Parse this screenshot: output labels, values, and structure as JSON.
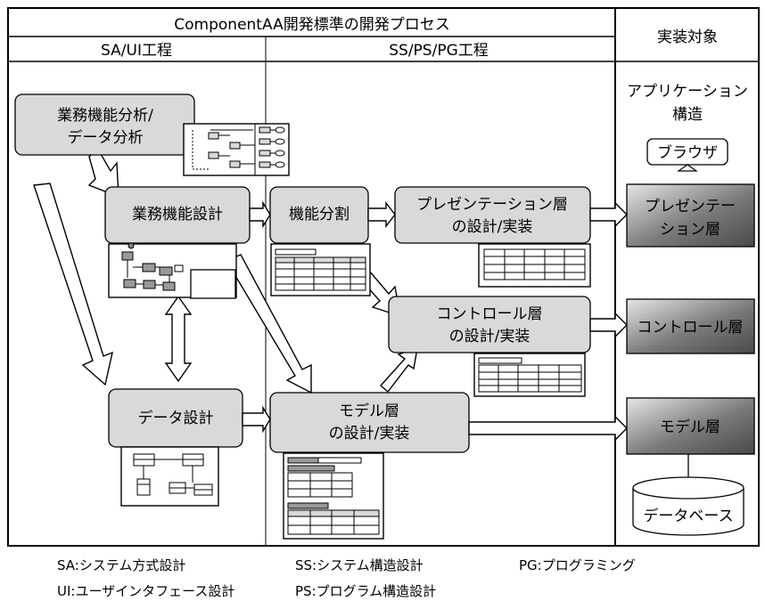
{
  "header": {
    "process_title": "ComponentAA開発標準の開発プロセス",
    "target_title": "実装対象",
    "lane_sa_ui": "SA/UI工程",
    "lane_ss_ps_pg": "SS/PS/PG工程"
  },
  "app_structure": {
    "title_line1": "アプリケーション",
    "title_line2": "構造",
    "browser": "ブラウザ",
    "presentation_line1": "プレゼンテー",
    "presentation_line2": "ション層",
    "control": "コントロール層",
    "model": "モデル層",
    "database": "データベース"
  },
  "process_boxes": {
    "business_analysis_line1": "業務機能分析/",
    "business_analysis_line2": "データ分析",
    "business_design": "業務機能設計",
    "data_design": "データ設計",
    "function_split": "機能分割",
    "presentation_impl_line1": "プレゼンテーション層",
    "presentation_impl_line2": "の設計/実装",
    "control_impl_line1": "コントロール層",
    "control_impl_line2": "の設計/実装",
    "model_impl_line1": "モデル層",
    "model_impl_line2": "の設計/実装"
  },
  "legend": {
    "sa": "SA:システム方式設計",
    "ui": "UI:ユーザインタフェース設計",
    "ss": "SS:システム構造設計",
    "ps": "PS:プログラム構造設計",
    "pg": "PG:プログラミング"
  },
  "colors": {
    "box_fill": "#d9d9d9",
    "layer_dark": "#595959",
    "layer_light": "#e8e8e8",
    "line": "#000000"
  }
}
